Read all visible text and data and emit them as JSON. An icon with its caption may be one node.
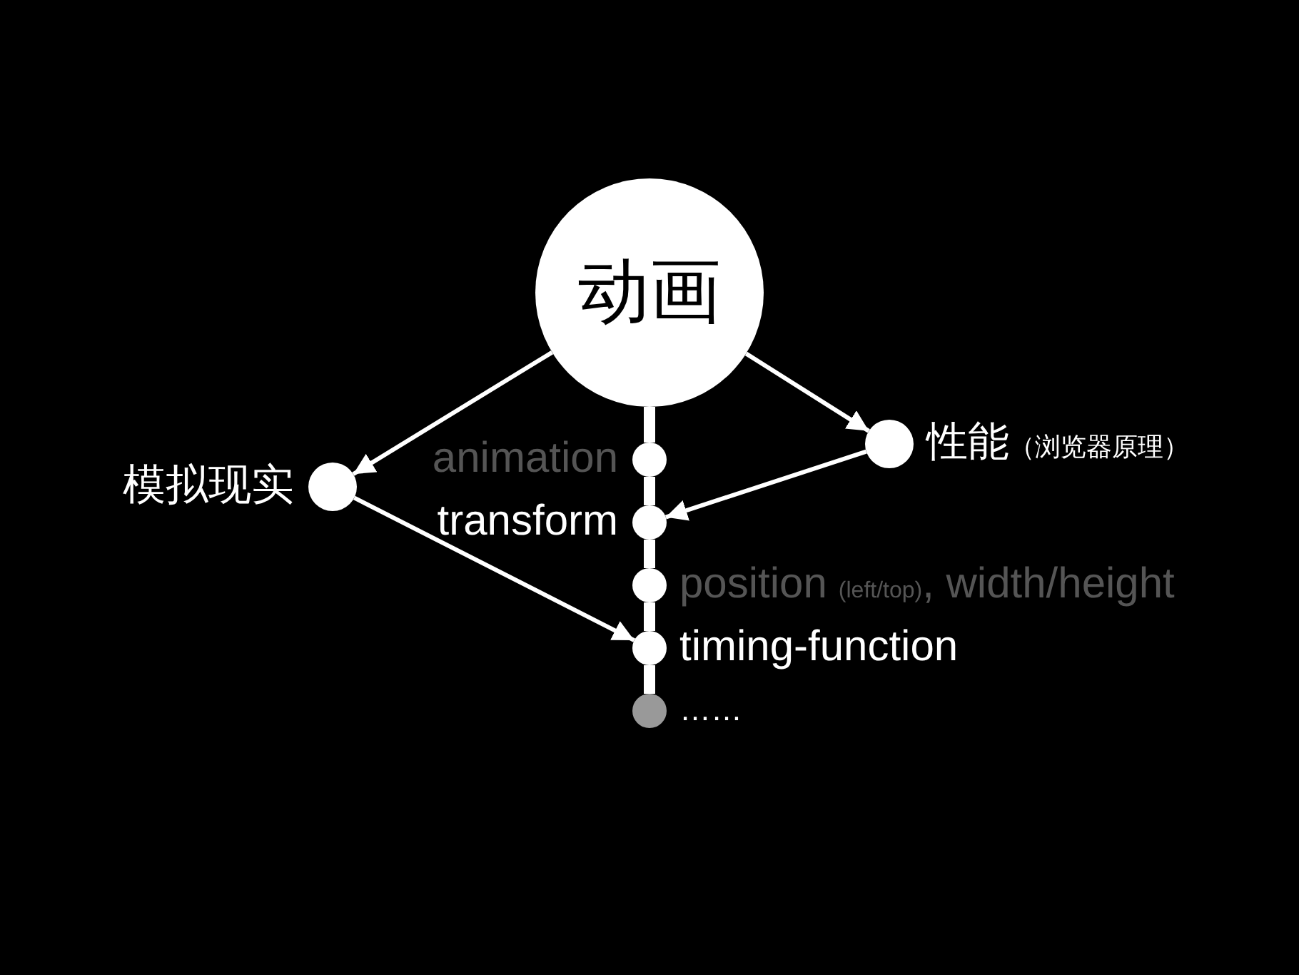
{
  "diagram": {
    "nodes": [
      {
        "text": [
          "动画"
        ]
      },
      {
        "text": [
          "模拟现实"
        ]
      },
      {
        "text": [
          "性能",
          "（浏览器原理）"
        ]
      },
      {
        "text": [
          "animation"
        ]
      },
      {
        "text": [
          "transform"
        ]
      },
      {
        "text": [
          "position",
          "(left/top)",
          ", width/height"
        ]
      },
      {
        "text": [
          "timing-function"
        ]
      },
      {
        "text": [
          "……"
        ]
      }
    ],
    "edges": [
      {
        "from": 0,
        "to": 1,
        "arrow": "to"
      },
      {
        "from": 0,
        "to": 2,
        "arrow": "to"
      },
      {
        "from": 1,
        "to": 6,
        "arrow": "to"
      },
      {
        "from": 2,
        "to": 4,
        "arrow": "to"
      },
      {
        "from": 0,
        "to": 3,
        "arrow": "none"
      },
      {
        "from": 3,
        "to": 4,
        "arrow": "none"
      },
      {
        "from": 4,
        "to": 5,
        "arrow": "none"
      },
      {
        "from": 5,
        "to": 6,
        "arrow": "none"
      },
      {
        "from": 6,
        "to": 7,
        "arrow": "none"
      }
    ]
  }
}
